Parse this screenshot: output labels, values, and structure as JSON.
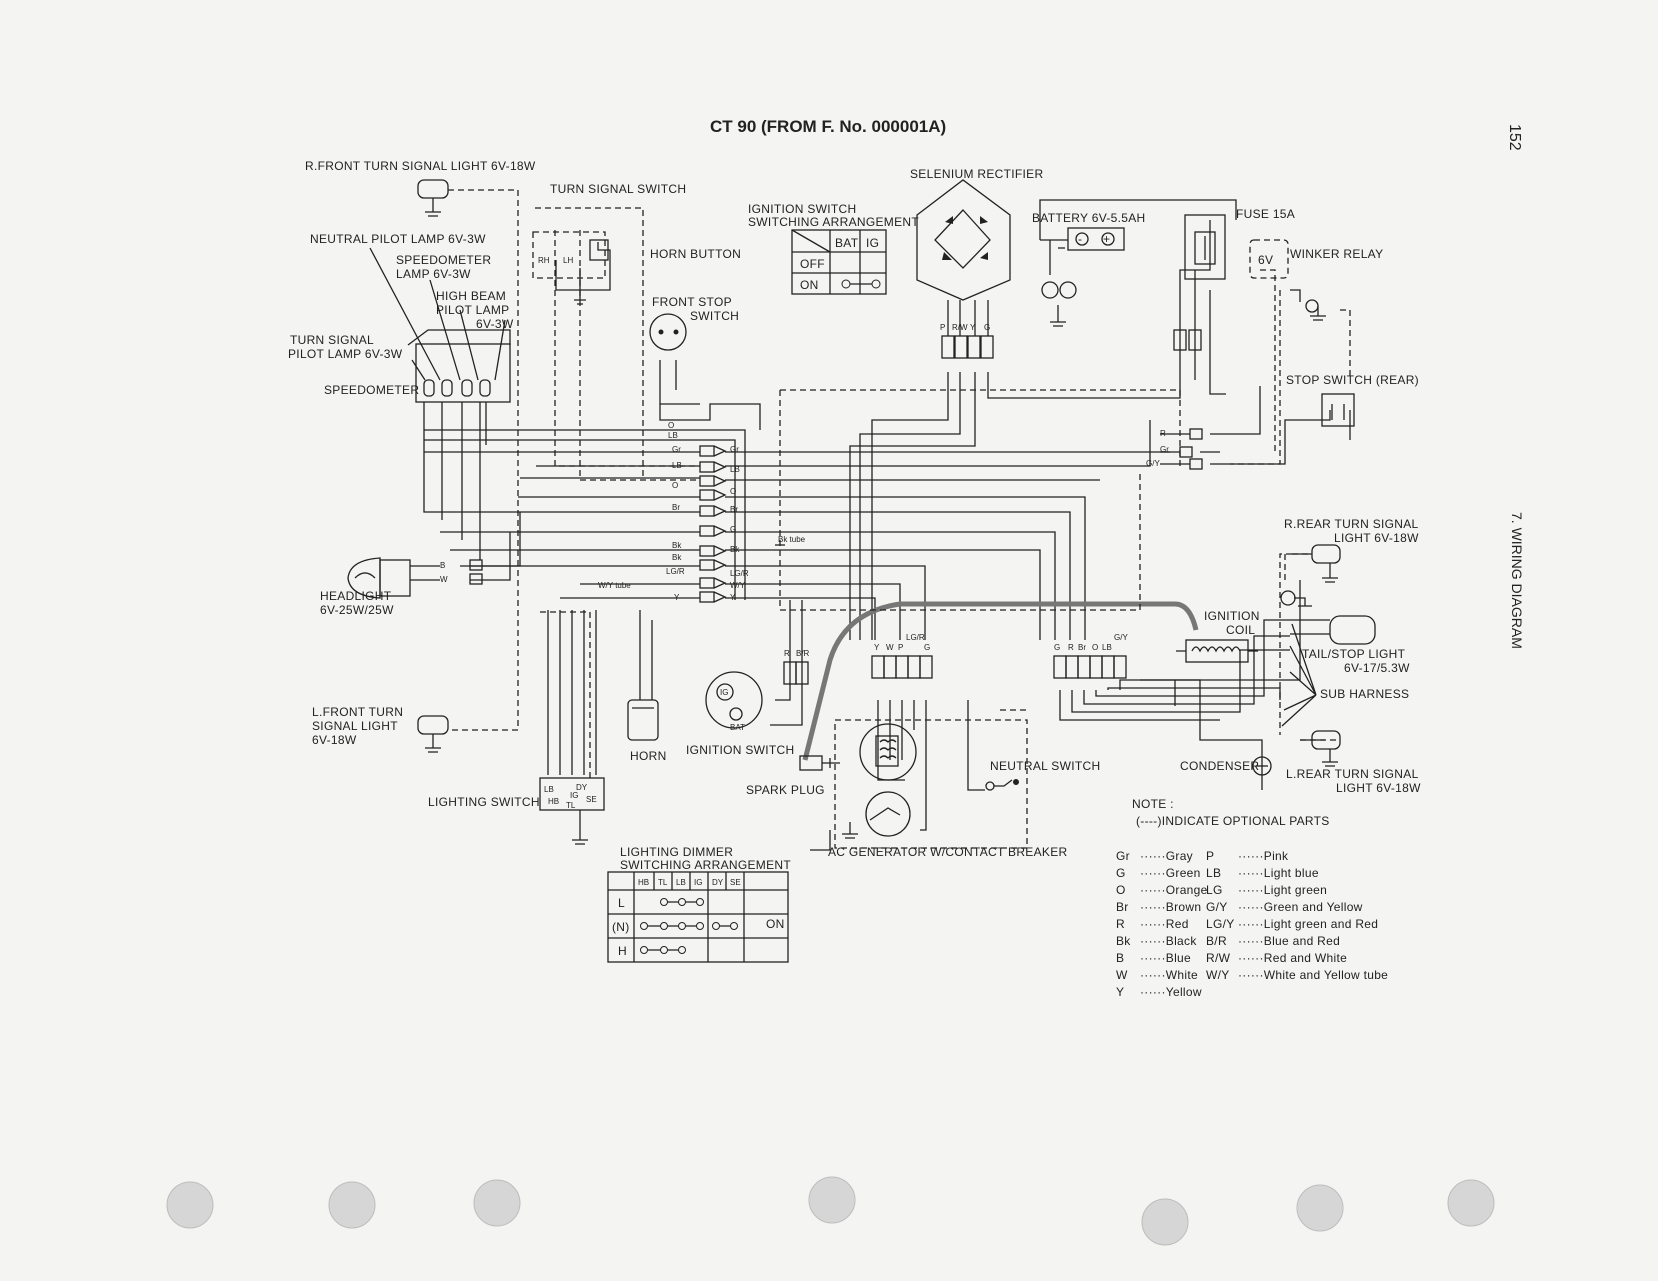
{
  "title": "CT 90 (FROM F. No. 000001A)",
  "page_number": "152",
  "section": "7.  WIRING DIAGRAM",
  "labels": {
    "r_front_turn": "R.FRONT TURN SIGNAL LIGHT 6V-18W",
    "turn_signal_switch": "TURN SIGNAL SWITCH",
    "neutral_pilot": "NEUTRAL PILOT LAMP 6V-3W",
    "speedo_lamp_1": "SPEEDOMETER",
    "speedo_lamp_2": "LAMP 6V-3W",
    "high_beam_1": "HIGH BEAM",
    "high_beam_2": "PILOT LAMP",
    "high_beam_3": "6V-3W",
    "turn_pilot_1": "TURN SIGNAL",
    "turn_pilot_2": "PILOT LAMP 6V-3W",
    "speedometer": "SPEEDOMETER",
    "horn_button": "HORN BUTTON",
    "front_stop_1": "FRONT STOP",
    "front_stop_2": "SWITCH",
    "ign_arr_1": "IGNITION SWITCH",
    "ign_arr_2": "SWITCHING ARRANGEMENT",
    "selenium": "SELENIUM RECTIFIER",
    "battery": "BATTERY 6V-5.5AH",
    "fuse": "FUSE 15A",
    "winker_relay": "WINKER RELAY",
    "winker_6v": "6V",
    "stop_switch_rear": "STOP SWITCH (REAR)",
    "r_rear_turn_1": "R.REAR TURN SIGNAL",
    "r_rear_turn_2": "LIGHT 6V-18W",
    "ignition_coil_1": "IGNITION",
    "ignition_coil_2": "COIL",
    "tail_stop_1": "TAIL/STOP LIGHT",
    "tail_stop_2": "6V-17/5.3W",
    "sub_harness": "SUB HARNESS",
    "condenser": "CONDENSER",
    "l_rear_turn_1": "L.REAR TURN SIGNAL",
    "l_rear_turn_2": "LIGHT 6V-18W",
    "headlight_1": "HEADLIGHT",
    "headlight_2": "6V-25W/25W",
    "l_front_turn_1": "L.FRONT TURN",
    "l_front_turn_2": "SIGNAL LIGHT",
    "l_front_turn_3": "6V-18W",
    "horn": "HORN",
    "ignition_switch": "IGNITION SWITCH",
    "spark_plug": "SPARK PLUG",
    "neutral_switch": "NEUTRAL SWITCH",
    "lighting_switch": "LIGHTING SWITCH",
    "ac_generator": "AC GENERATOR W/CONTACT BREAKER",
    "dimmer_arr_1": "LIGHTING DIMMER",
    "dimmer_arr_2": "SWITCHING ARRANGEMENT",
    "note_title": "NOTE :",
    "note_text": "(----)INDICATE OPTIONAL PARTS",
    "ig": "IG",
    "bat": "BAT",
    "bk_tube": "Bk tube",
    "wy_tube": "W/Y tube"
  },
  "ignition_table": {
    "headers": [
      "",
      "BAT",
      "IG"
    ],
    "rows": [
      [
        "OFF",
        "",
        ""
      ],
      [
        "ON",
        "",
        ""
      ]
    ]
  },
  "dimmer_table": {
    "headers": [
      "",
      "HB",
      "TL",
      "LB",
      "IG",
      "DY",
      "SE"
    ],
    "rows": [
      "L",
      "(N)",
      "H"
    ],
    "on_label": "ON"
  },
  "lighting_switch_terminals": [
    "LB",
    "HB",
    "TL",
    "IG",
    "DY",
    "SE"
  ],
  "legend_left": [
    {
      "code": "Gr",
      "name": "Gray"
    },
    {
      "code": "G",
      "name": "Green"
    },
    {
      "code": "O",
      "name": "Orange"
    },
    {
      "code": "Br",
      "name": "Brown"
    },
    {
      "code": "R",
      "name": "Red"
    },
    {
      "code": "Bk",
      "name": "Black"
    },
    {
      "code": "B",
      "name": "Blue"
    },
    {
      "code": "W",
      "name": "White"
    },
    {
      "code": "Y",
      "name": "Yellow"
    }
  ],
  "legend_right": [
    {
      "code": "P",
      "name": "Pink"
    },
    {
      "code": "LB",
      "name": "Light blue"
    },
    {
      "code": "LG",
      "name": "Light green"
    },
    {
      "code": "G/Y",
      "name": "Green and Yellow"
    },
    {
      "code": "LG/Y",
      "name": "Light green and Red"
    },
    {
      "code": "B/R",
      "name": "Blue and Red"
    },
    {
      "code": "R/W",
      "name": "Red and White"
    },
    {
      "code": "W/Y",
      "name": "White and Yellow  tube"
    }
  ],
  "wire_codes": {
    "main_left": [
      "O",
      "LB",
      "Gr",
      "LB",
      "O",
      "Br",
      "G",
      "Bk",
      "Bk",
      "LG/R",
      "W/Y",
      "Y"
    ],
    "main_right": [
      "Gr",
      "LB",
      "O",
      "Br",
      "G",
      "Bk",
      "LG/R",
      "W/Y",
      "Y"
    ],
    "rectifier": [
      "P",
      "R/W",
      "Y",
      "G"
    ],
    "generator": [
      "Y",
      "W",
      "P",
      "LG/R",
      "G"
    ],
    "sub": [
      "G",
      "R",
      "Br",
      "O",
      "LB",
      "G/Y"
    ],
    "rear_right": [
      "R",
      "Gr",
      "G/Y"
    ],
    "headlight": [
      "B",
      "W"
    ],
    "ign_switch": [
      "R",
      "B/R"
    ]
  }
}
